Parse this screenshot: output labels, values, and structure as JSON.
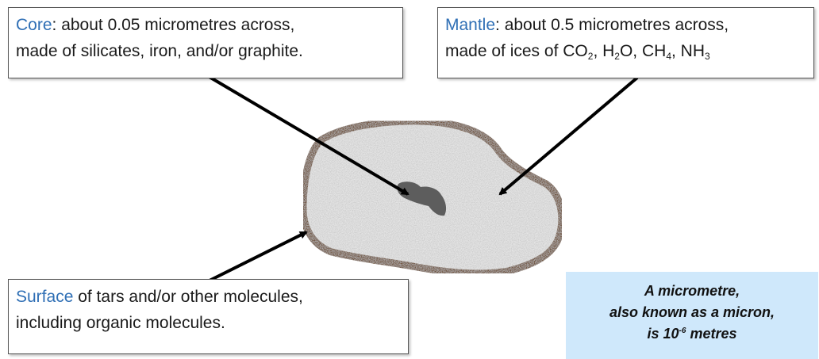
{
  "core": {
    "keyword": "Core",
    "rest1": ": about 0.05 micrometres across,",
    "line2": "made of silicates, iron, and/or graphite."
  },
  "mantle": {
    "keyword": "Mantle",
    "rest1": ": about 0.5 micrometres across,",
    "line2_prefix": "made of ices of CO",
    "sub1": "2",
    "sep1": ", H",
    "sub2": "2",
    "sep2": "O, CH",
    "sub3": "4",
    "sep3": ", NH",
    "sub4": "3"
  },
  "surface": {
    "keyword": "Surface",
    "rest1": " of tars and/or other molecules,",
    "line2": "including organic molecules."
  },
  "note": {
    "line1": "A micrometre,",
    "line2": "also known as a micron,",
    "line3_prefix": "is 10",
    "line3_exp": "-6",
    "line3_suffix": " metres"
  },
  "colors": {
    "keyword": "#2f6fb5",
    "grain_border": "#6b4a2e",
    "mantle_fill": "#e4e4e4",
    "core_fill": "#5a5a5a",
    "note_bg": "#cfe8fb"
  }
}
